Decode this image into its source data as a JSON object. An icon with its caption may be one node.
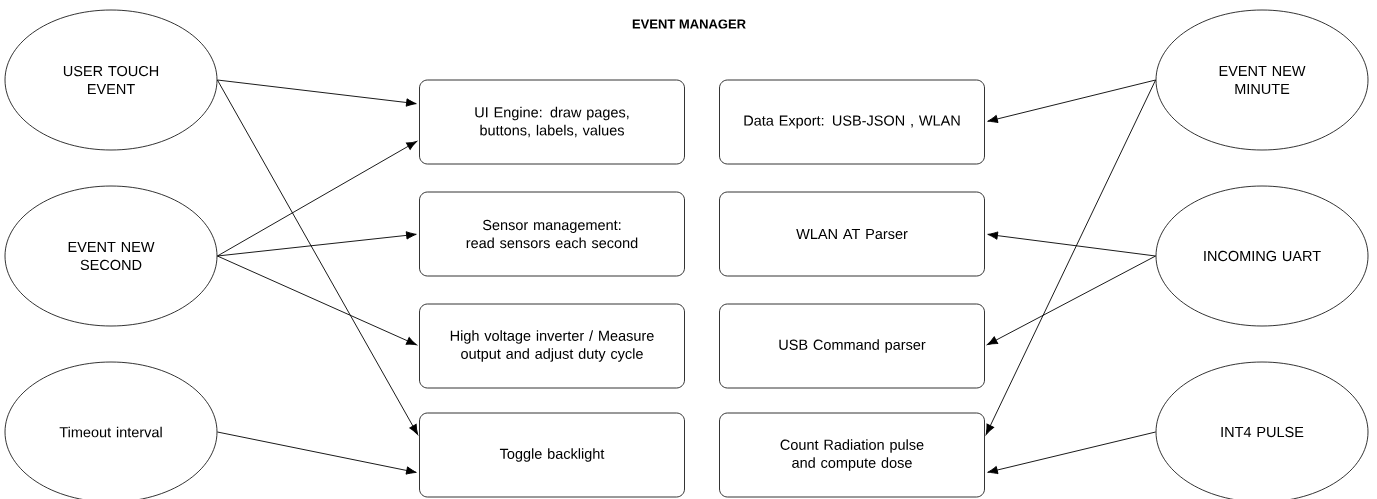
{
  "diagram": {
    "title": "EVENT MANAGER",
    "nodes": [
      {
        "text": [
          "USER TOUCH EVENT"
        ]
      },
      {
        "text": [
          "EVENT NEW SECOND"
        ]
      },
      {
        "text": [
          "Timeout interval"
        ]
      },
      {
        "text": [
          "UI Engine: draw pages, buttons, labels, values"
        ]
      },
      {
        "text": [
          "Sensor management: read sensors each second"
        ]
      },
      {
        "text": [
          "High voltage inverter / Measure output and adjust duty cycle"
        ]
      },
      {
        "text": [
          "Toggle backlight"
        ]
      },
      {
        "text": [
          "Data Export: USB-JSON , WLAN"
        ]
      },
      {
        "text": [
          "WLAN AT Parser"
        ]
      },
      {
        "text": [
          "USB Command parser"
        ]
      },
      {
        "text": [
          "Count Radiation pulse and compute dose"
        ]
      },
      {
        "text": [
          "EVENT NEW MINUTE"
        ]
      },
      {
        "text": [
          "INCOMING UART"
        ]
      },
      {
        "text": [
          "INT4 PULSE"
        ]
      }
    ],
    "edges": [
      {
        "from": 0,
        "to": 3,
        "arrow": "to"
      },
      {
        "from": 0,
        "to": 6,
        "arrow": "to"
      },
      {
        "from": 1,
        "to": 3,
        "arrow": "to"
      },
      {
        "from": 1,
        "to": 4,
        "arrow": "to"
      },
      {
        "from": 1,
        "to": 5,
        "arrow": "to"
      },
      {
        "from": 2,
        "to": 6,
        "arrow": "to"
      },
      {
        "from": 11,
        "to": 7,
        "arrow": "to"
      },
      {
        "from": 11,
        "to": 10,
        "arrow": "to"
      },
      {
        "from": 12,
        "to": 8,
        "arrow": "to"
      },
      {
        "from": 12,
        "to": 9,
        "arrow": "to"
      },
      {
        "from": 13,
        "to": 10,
        "arrow": "to"
      }
    ]
  }
}
